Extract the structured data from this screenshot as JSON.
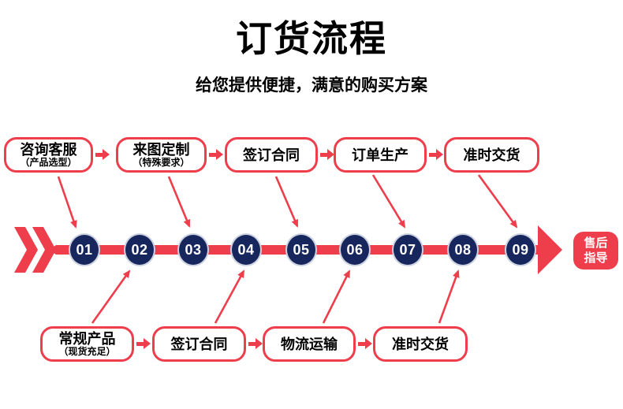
{
  "header": {
    "title": "订货流程",
    "subtitle": "给您提供便捷，满意的购买方案"
  },
  "top_row": {
    "steps": [
      {
        "label": "咨询客服",
        "sublabel": "（产品选型）"
      },
      {
        "label": "来图定制",
        "sublabel": "（特殊要求）"
      },
      {
        "label": "签订合同",
        "sublabel": ""
      },
      {
        "label": "订单生产",
        "sublabel": ""
      },
      {
        "label": "准时交货",
        "sublabel": ""
      }
    ]
  },
  "bottom_row": {
    "steps": [
      {
        "label": "常规产品",
        "sublabel": "（现货充足）"
      },
      {
        "label": "签订合同",
        "sublabel": ""
      },
      {
        "label": "物流运输",
        "sublabel": ""
      },
      {
        "label": "准时交货",
        "sublabel": ""
      }
    ]
  },
  "timeline": {
    "steps": [
      "01",
      "02",
      "03",
      "04",
      "05",
      "06",
      "07",
      "08",
      "09"
    ],
    "endpoint": {
      "line1": "售后",
      "line2": "指导"
    }
  },
  "colors": {
    "red": "#ee3e4c",
    "navy": "#17265c",
    "circle_ring": "#cdd3e0",
    "text": "#000000",
    "background": "#ffffff"
  }
}
